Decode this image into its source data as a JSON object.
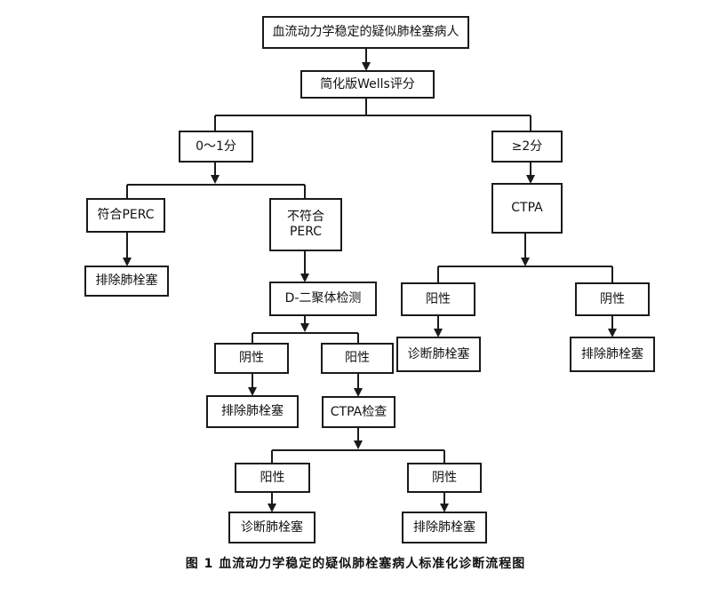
{
  "flowchart": {
    "start": "血流动力学稳定的疑似肺栓塞病人",
    "wells": "简化版Wells评分",
    "score_low": "0～1分",
    "score_high": "≥2分",
    "perc_meet": "符合PERC",
    "perc_not_meet": "不符合\nPERC",
    "exclude_pe_a": "排除肺栓塞",
    "ddimer": "D-二聚体检测",
    "ddimer_negative": "阴性",
    "ddimer_positive": "阳性",
    "exclude_pe_b": "排除肺栓塞",
    "ctpa_check": "CTPA检查",
    "ctpa_positive_a": "阳性",
    "ctpa_negative_a": "阴性",
    "diagnose_pe_a": "诊断肺栓塞",
    "exclude_pe_c": "排除肺栓塞",
    "ctpa": "CTPA",
    "ctpa_positive_b": "阳性",
    "ctpa_negative_b": "阴性",
    "diagnose_pe_b": "诊断肺栓塞",
    "exclude_pe_d": "排除肺栓塞"
  },
  "caption": "图 1   血流动力学稳定的疑似肺栓塞病人标准化诊断流程图"
}
